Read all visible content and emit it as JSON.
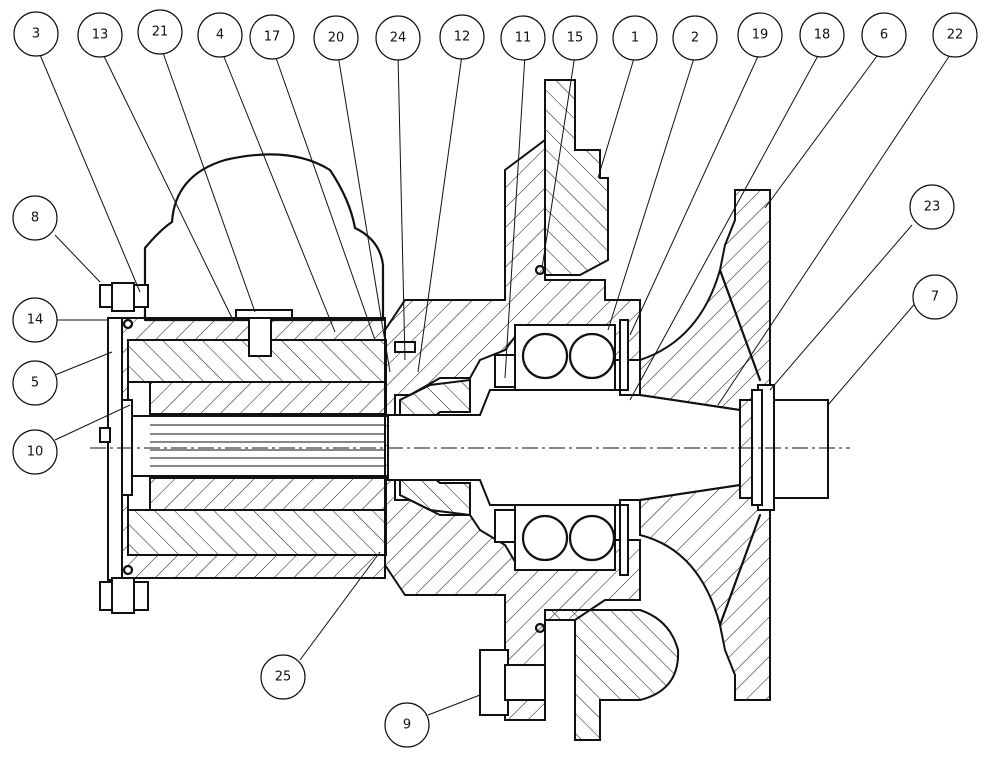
{
  "callouts": [
    {
      "id": "c3",
      "label": "3"
    },
    {
      "id": "c13",
      "label": "13"
    },
    {
      "id": "c21",
      "label": "21"
    },
    {
      "id": "c4",
      "label": "4"
    },
    {
      "id": "c17",
      "label": "17"
    },
    {
      "id": "c20",
      "label": "20"
    },
    {
      "id": "c24",
      "label": "24"
    },
    {
      "id": "c12",
      "label": "12"
    },
    {
      "id": "c11",
      "label": "11"
    },
    {
      "id": "c15",
      "label": "15"
    },
    {
      "id": "c1",
      "label": "1"
    },
    {
      "id": "c2",
      "label": "2"
    },
    {
      "id": "c19",
      "label": "19"
    },
    {
      "id": "c18",
      "label": "18"
    },
    {
      "id": "c6",
      "label": "6"
    },
    {
      "id": "c22",
      "label": "22"
    },
    {
      "id": "c8",
      "label": "8"
    },
    {
      "id": "c14",
      "label": "14"
    },
    {
      "id": "c5",
      "label": "5"
    },
    {
      "id": "c10",
      "label": "10"
    },
    {
      "id": "c23",
      "label": "23"
    },
    {
      "id": "c7",
      "label": "7"
    },
    {
      "id": "c25",
      "label": "25"
    },
    {
      "id": "c9",
      "label": "9"
    }
  ],
  "colors": {
    "line": "#111111",
    "background": "#ffffff"
  }
}
